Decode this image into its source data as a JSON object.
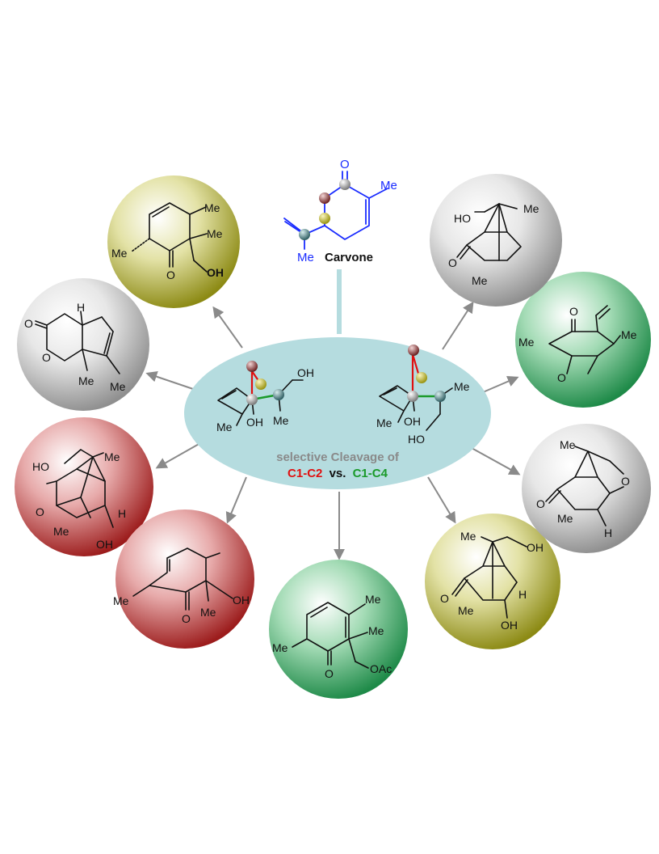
{
  "carvone": {
    "name": "Carvone",
    "atoms": {
      "o": "O",
      "me": "Me",
      "me2": "Me"
    }
  },
  "center": {
    "caption_line1": "selective Cleavage of",
    "c1c2": "C1-C2",
    "vs": "vs.",
    "c1c4": "C1-C4",
    "left_atoms": [
      "OH",
      "Me",
      "OH",
      "Me"
    ],
    "right_atoms": [
      "Me",
      "Me",
      "OH",
      "HO"
    ]
  },
  "colors": {
    "olive": "#8c8a14",
    "gray": "#9a9a9a",
    "red": "#9c1c1c",
    "green": "#1e8a48",
    "center_fill": "#b5dcdf",
    "connector": "#b5dcdf",
    "arrow": "#8a8a8a",
    "c1c2": "#e01010",
    "c1c4": "#1a9a2a",
    "carvone_blue": "#1a2cff"
  },
  "products": [
    {
      "id": "olive-top-left",
      "color": "olive",
      "labels": [
        "Me",
        "Me",
        "Me",
        "O",
        "OH"
      ]
    },
    {
      "id": "gray-lactone",
      "color": "gray",
      "labels": [
        "O",
        "O",
        "H",
        "Me",
        "Me"
      ]
    },
    {
      "id": "red-camphor",
      "color": "red",
      "labels": [
        "HO",
        "Me",
        "O",
        "Me",
        "H",
        "OH"
      ]
    },
    {
      "id": "red-enone",
      "color": "red",
      "labels": [
        "Me",
        "O",
        "Me",
        "OH"
      ]
    },
    {
      "id": "green-acetate",
      "color": "green",
      "labels": [
        "Me",
        "Me",
        "Me",
        "O",
        "OAc"
      ]
    },
    {
      "id": "olive-camphor",
      "color": "olive",
      "labels": [
        "Me",
        "OH",
        "O",
        "Me",
        "H",
        "OH"
      ]
    },
    {
      "id": "gray-ether",
      "color": "gray",
      "labels": [
        "Me",
        "O",
        "O",
        "Me",
        "H"
      ]
    },
    {
      "id": "green-bicyclic",
      "color": "green",
      "labels": [
        "O",
        "Me",
        "Me",
        "O"
      ]
    },
    {
      "id": "gray-camphor",
      "color": "gray",
      "labels": [
        "HO",
        "Me",
        "O",
        "Me"
      ]
    }
  ]
}
